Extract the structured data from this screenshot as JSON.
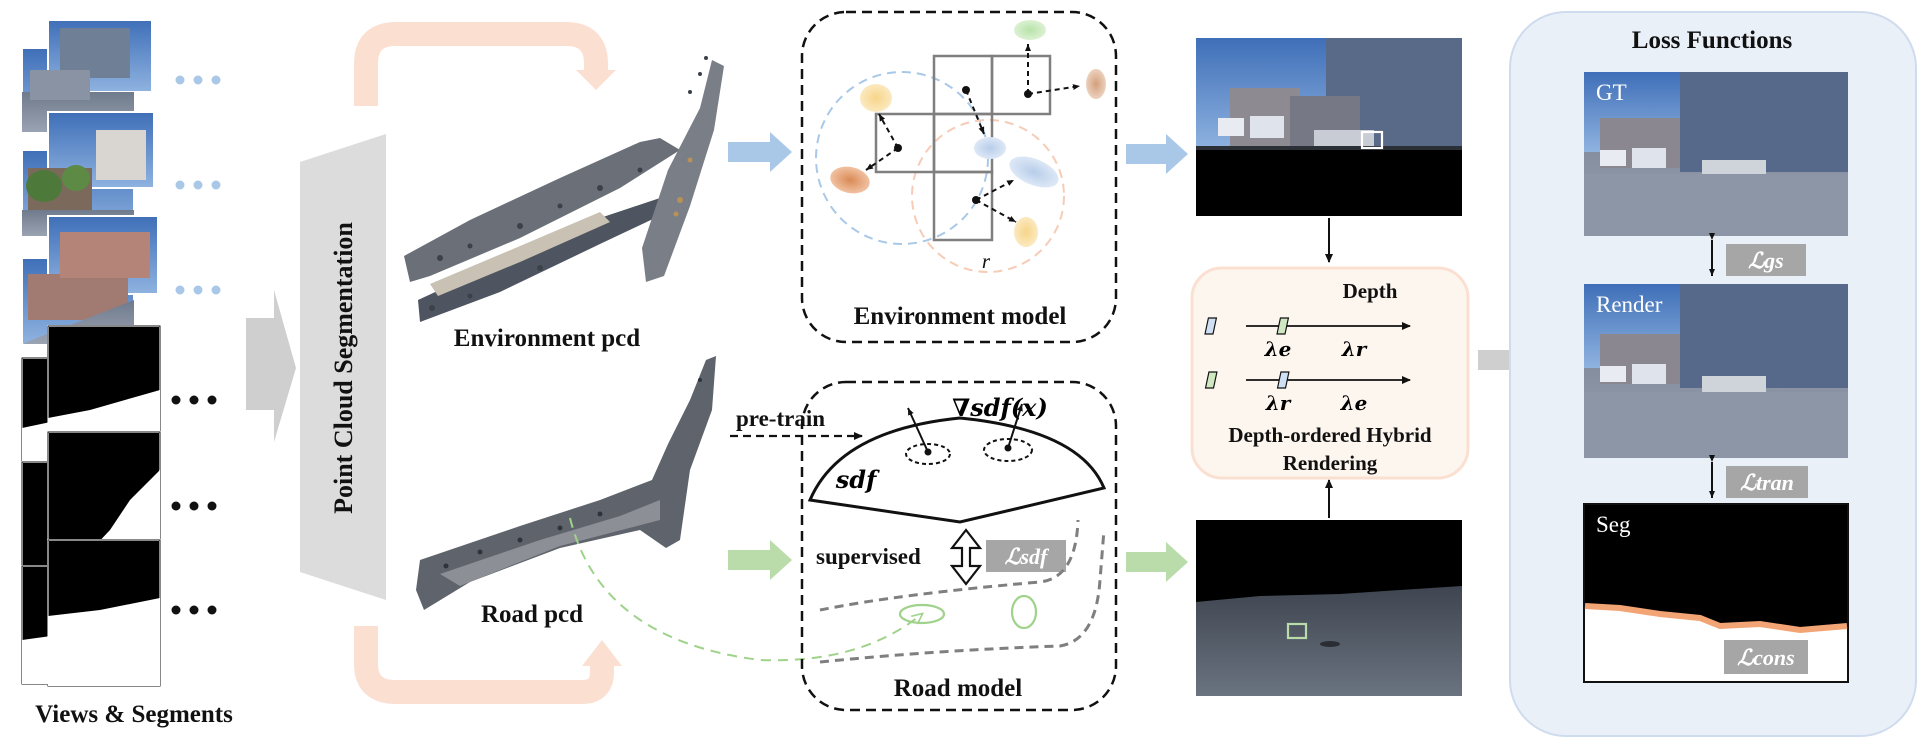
{
  "views": {
    "caption": "Views & Segments"
  },
  "segmentation": {
    "label": "Point Cloud Segmentation"
  },
  "pcd": {
    "environment_label": "Environment pcd",
    "road_label": "Road pcd"
  },
  "environment_model": {
    "title": "Environment model",
    "radius_symbol": "r"
  },
  "road_model": {
    "title": "Road model",
    "gradient_label": "∇sdf(x)",
    "surface_label": "sdf",
    "pretrain_label": "pre-train",
    "supervised_label": "supervised",
    "loss_label": "ℒsdf"
  },
  "hybrid": {
    "depth_label": "Depth",
    "row1": [
      "λe",
      "λr"
    ],
    "row2": [
      "λr",
      "λe"
    ],
    "title_line1": "Depth-ordered Hybrid",
    "title_line2": "Rendering"
  },
  "losses": {
    "title": "Loss Functions",
    "gt_label": "GT",
    "render_label": "Render",
    "seg_label": "Seg",
    "l_gs": "ℒgs",
    "l_tran": "ℒtran",
    "l_cons": "ℒcons"
  },
  "colors": {
    "blue_arrow": "#a9c8e8",
    "green_arrow": "#b9dcaa",
    "orange_flow": "#fbe0d2",
    "gray_arrow": "#cfcfcf",
    "loss_panel": "#eaf0f8",
    "hybrid_panel": "#fdf6ef",
    "seg_edge": "#f2a474"
  }
}
